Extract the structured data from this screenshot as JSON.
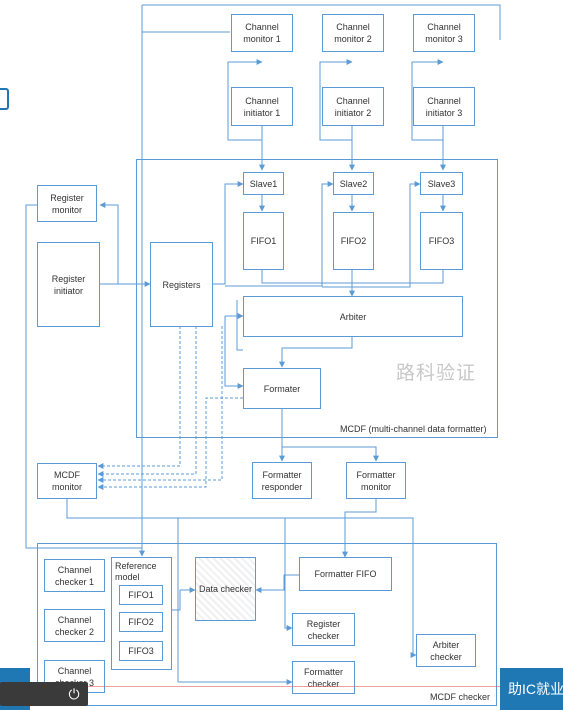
{
  "blocks": {
    "channel_monitor_1": "Channel\nmonitor 1",
    "channel_monitor_2": "Channel\nmonitor 2",
    "channel_monitor_3": "Channel\nmonitor 3",
    "channel_initiator_1": "Channel\ninitiator 1",
    "channel_initiator_2": "Channel\ninitiator 2",
    "channel_initiator_3": "Channel\ninitiator 3",
    "register_monitor": "Register\nmonitor",
    "register_initiator": "Register\ninitiator",
    "registers": "Registers",
    "slave1": "Slave1",
    "slave2": "Slave2",
    "slave3": "Slave3",
    "fifo1": "FIFO1",
    "fifo2": "FIFO2",
    "fifo3": "FIFO3",
    "arbiter": "Arbiter",
    "formater": "Formater",
    "mcdf_monitor": "MCDF\nmonitor",
    "formatter_responder": "Formatter\nresponder",
    "formatter_monitor": "Formatter\nmonitor",
    "channel_checker_1": "Channel\nchecker 1",
    "channel_checker_2": "Channel\nchecker 2",
    "channel_checker_3": "Channel\nchecker 3",
    "reference_model": "Reference\nmodel",
    "ref_fifo1": "FIFO1",
    "ref_fifo2": "FIFO2",
    "ref_fifo3": "FIFO3",
    "data_checker": "Data checker",
    "formatter_fifo": "Formatter FIFO",
    "register_checker": "Register\nchecker",
    "arbiter_checker": "Arbiter\nchecker",
    "formatter_checker": "Formatter\nchecker"
  },
  "containers": {
    "mcdf_caption": "MCDF (multi-channel data formatter)",
    "checker_caption": "MCDF checker"
  },
  "watermark": "路科验证",
  "footer": {
    "right_text": "助IC就业",
    "power_symbol": "⏻"
  },
  "colors": {
    "line": "#5b9bd5",
    "accent": "#1f78b4"
  }
}
